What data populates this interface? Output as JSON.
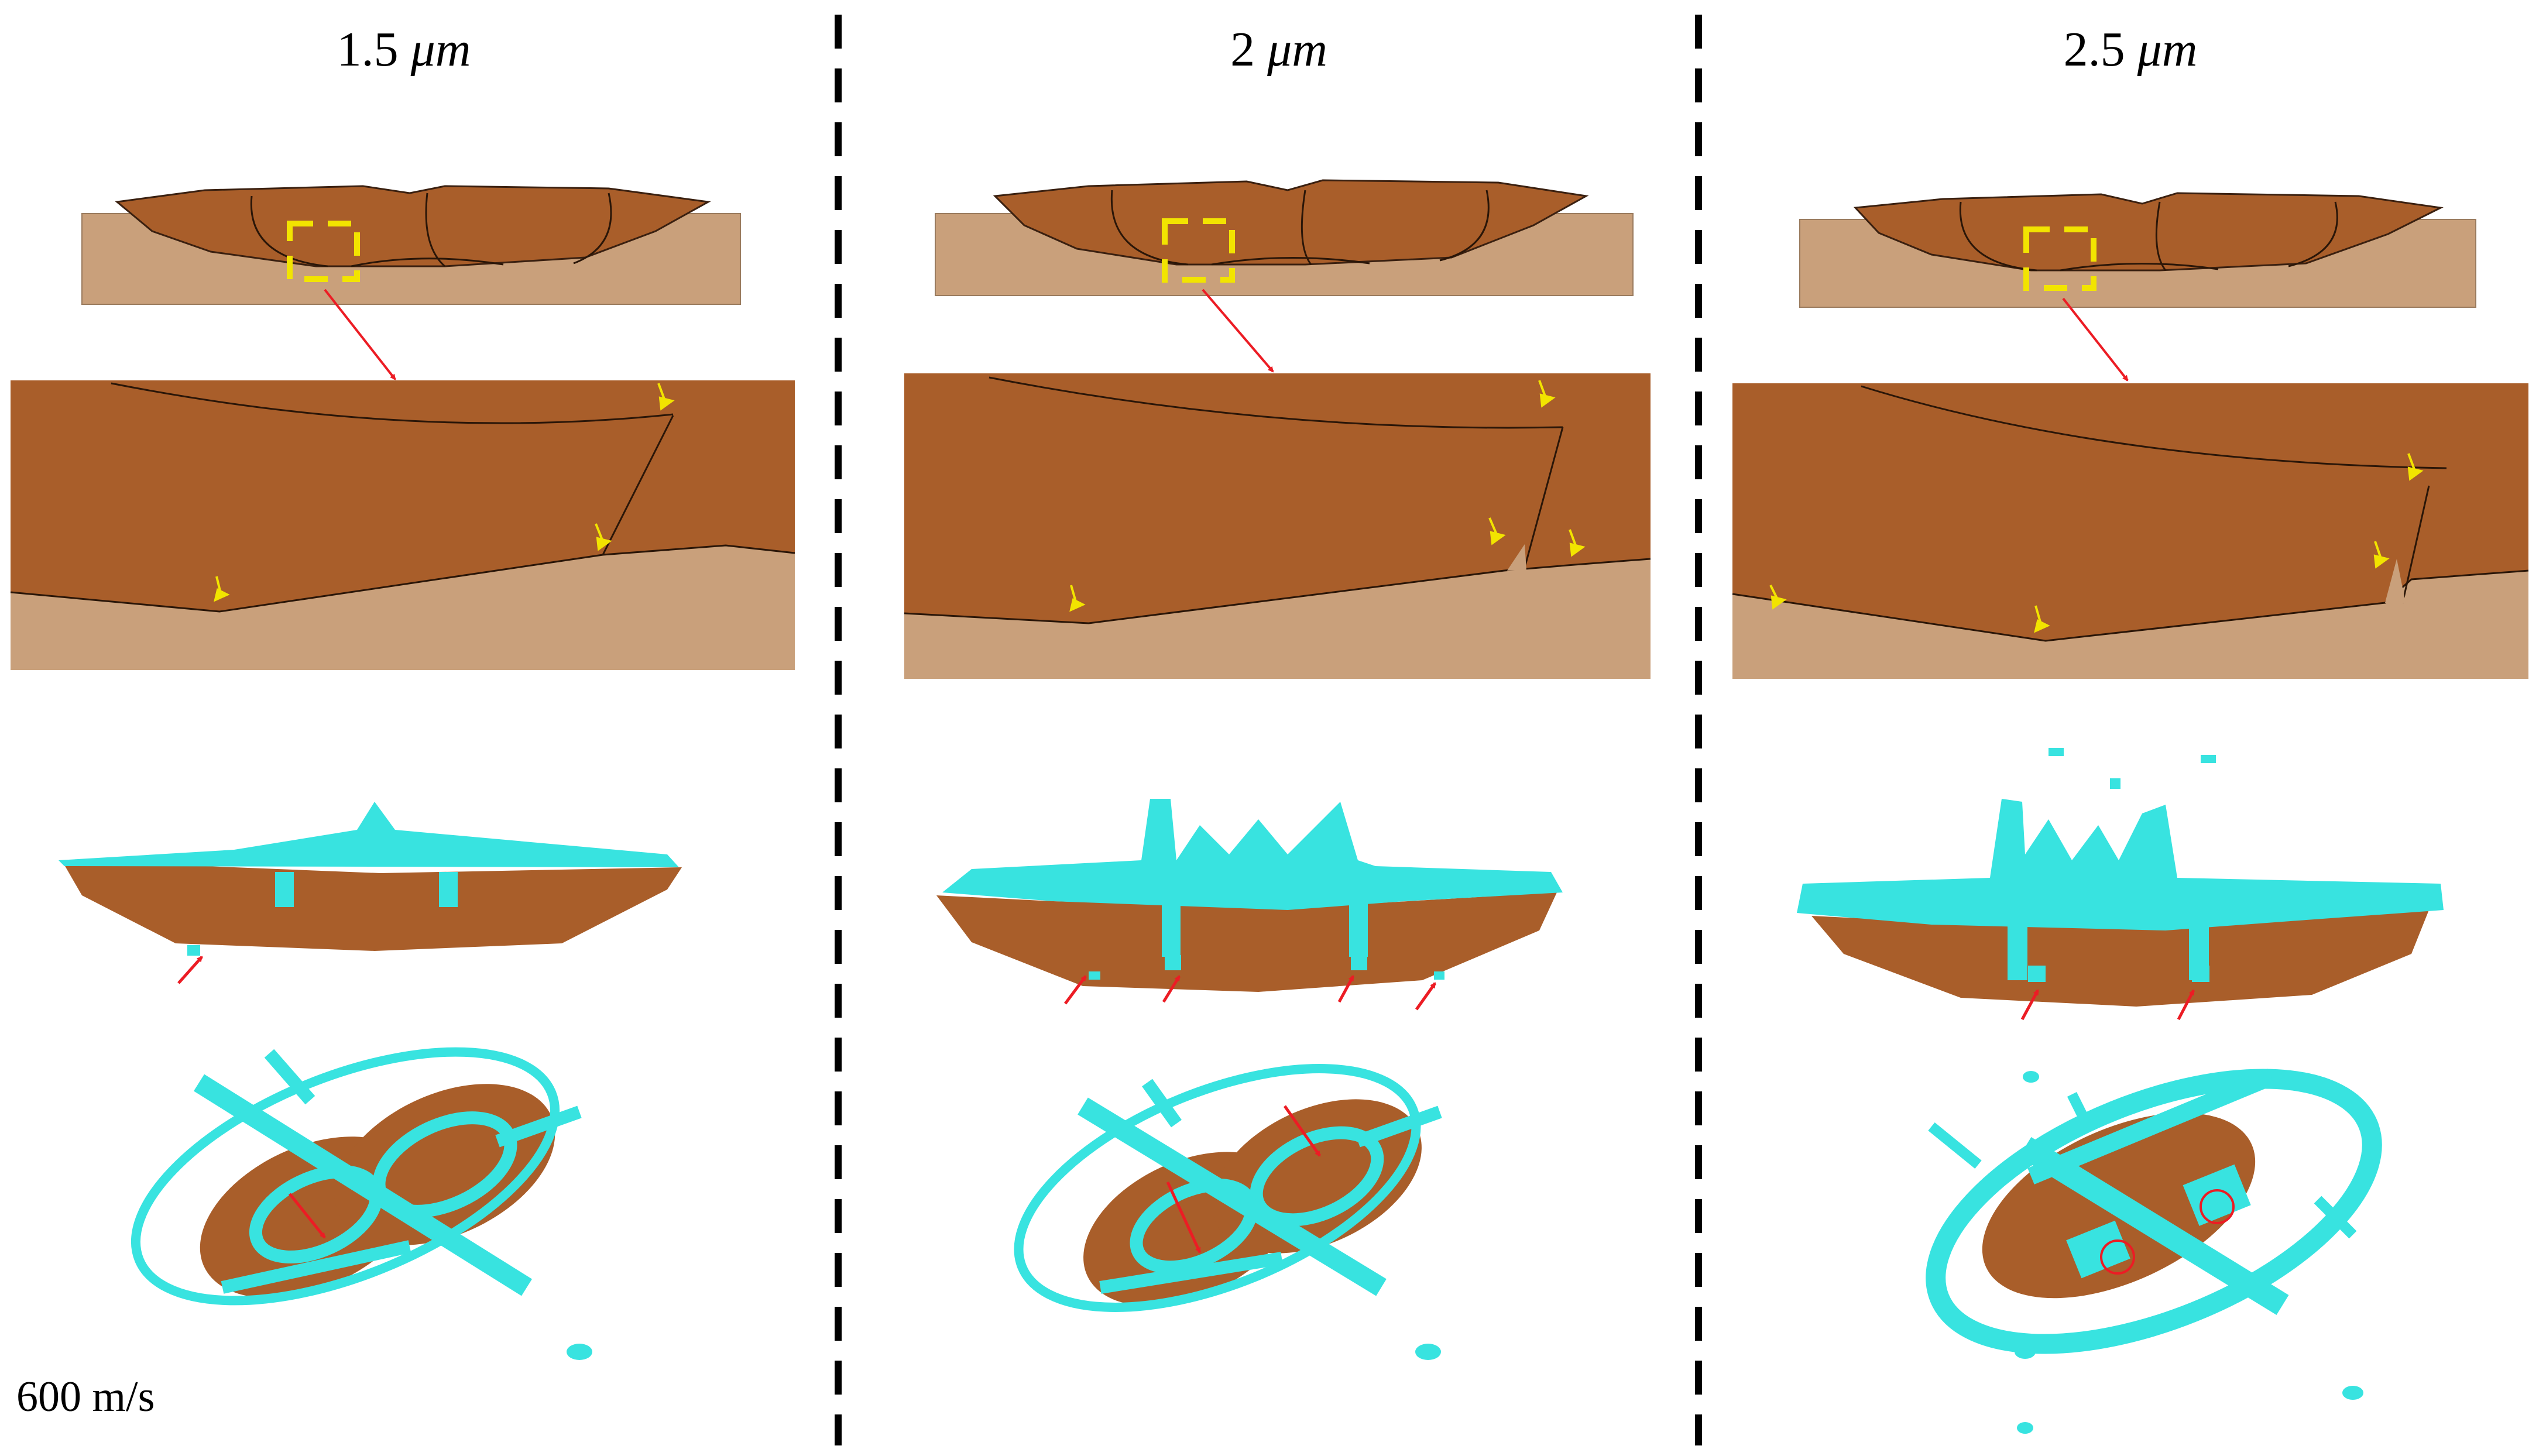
{
  "columns": [
    {
      "size_value": "1.5",
      "size_unit": "μm"
    },
    {
      "size_value": "2",
      "size_unit": "μm"
    },
    {
      "size_value": "2.5",
      "size_unit": "μm"
    }
  ],
  "impact_velocity_label": "600 m/s",
  "colors": {
    "particle": "#a95e2a",
    "substrate": "#c9a07b",
    "jet": "#38e3e0",
    "crack_marker": "#f2e400",
    "arrow": "#ec1c24",
    "divider": "#000000"
  }
}
